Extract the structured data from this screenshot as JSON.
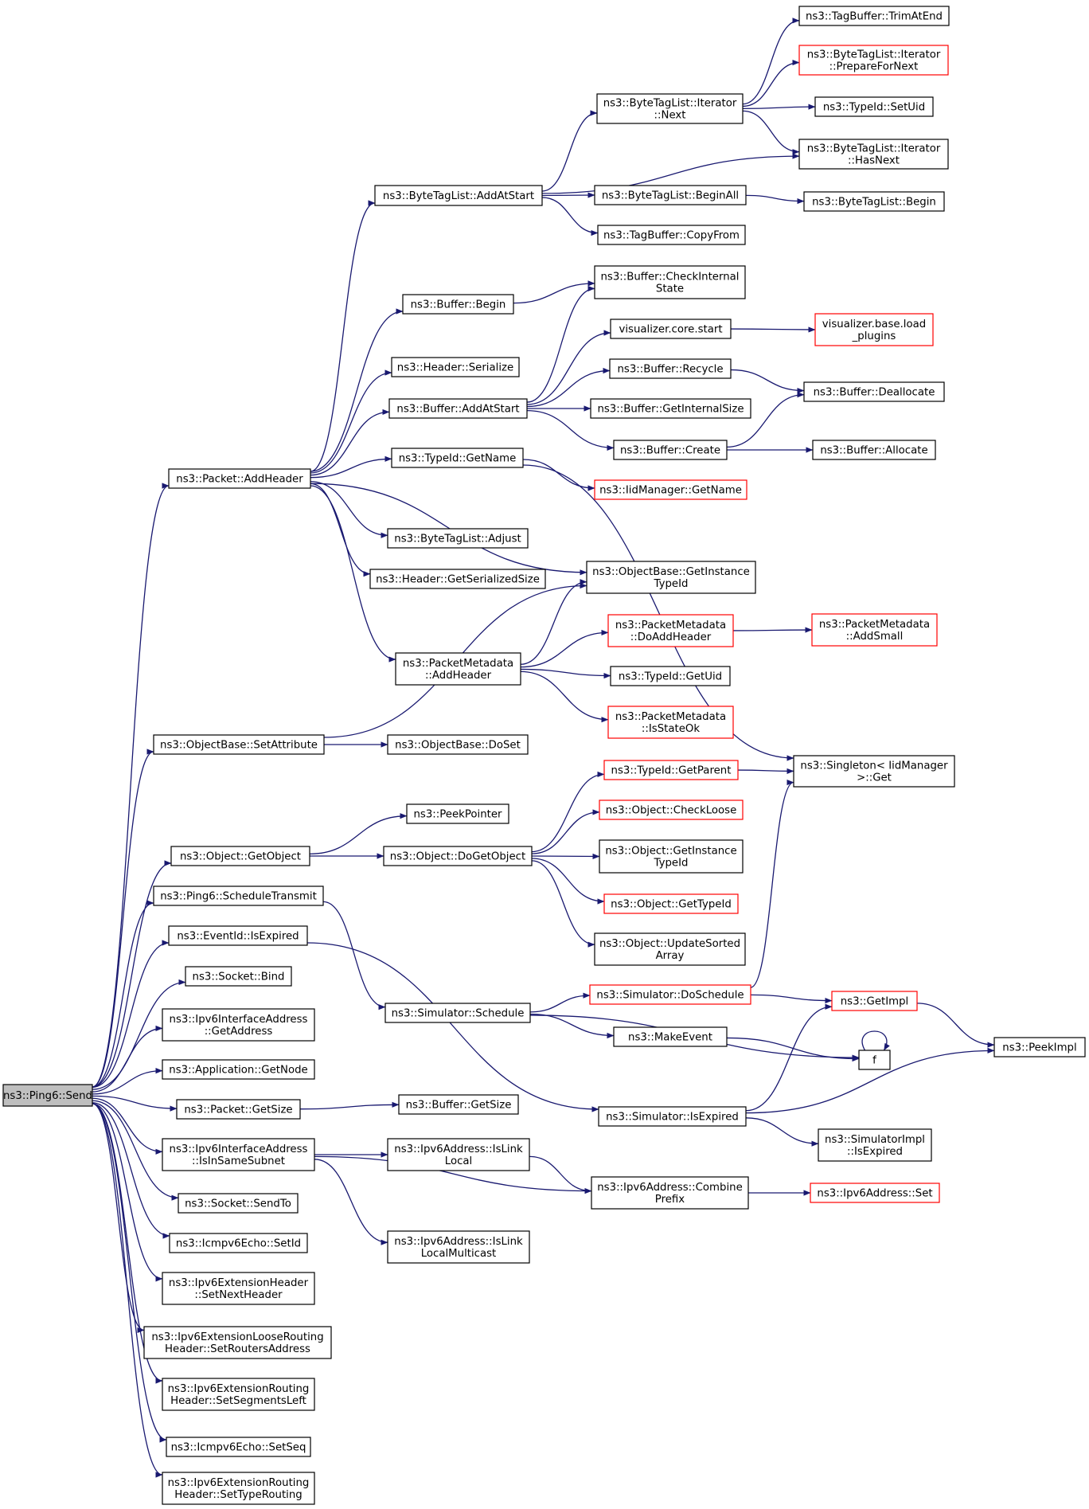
{
  "graph": {
    "root": "ping6-send",
    "nodes": [
      {
        "id": "ping6-send",
        "lines": [
          "ns3::Ping6::Send"
        ],
        "status": "root"
      },
      {
        "id": "packet-addheader",
        "lines": [
          "ns3::Packet::AddHeader"
        ],
        "status": "normal"
      },
      {
        "id": "bytetaglist-addatstart",
        "lines": [
          "ns3::ByteTagList::AddAtStart"
        ],
        "status": "normal"
      },
      {
        "id": "bytetaglist-iterator-next",
        "lines": [
          "ns3::ByteTagList::Iterator",
          "::Next"
        ],
        "status": "normal"
      },
      {
        "id": "tagbuffer-trimatend",
        "lines": [
          "ns3::TagBuffer::TrimAtEnd"
        ],
        "status": "normal"
      },
      {
        "id": "bytetaglist-iterator-preparefornext",
        "lines": [
          "ns3::ByteTagList::Iterator",
          "::PrepareForNext"
        ],
        "status": "incomplete"
      },
      {
        "id": "typeid-setuid",
        "lines": [
          "ns3::TypeId::SetUid"
        ],
        "status": "normal"
      },
      {
        "id": "bytetaglist-iterator-hasnext",
        "lines": [
          "ns3::ByteTagList::Iterator",
          "::HasNext"
        ],
        "status": "normal"
      },
      {
        "id": "bytetaglist-beginall",
        "lines": [
          "ns3::ByteTagList::BeginAll"
        ],
        "status": "normal"
      },
      {
        "id": "bytetaglist-begin",
        "lines": [
          "ns3::ByteTagList::Begin"
        ],
        "status": "normal"
      },
      {
        "id": "tagbuffer-copyfrom",
        "lines": [
          "ns3::TagBuffer::CopyFrom"
        ],
        "status": "normal"
      },
      {
        "id": "buffer-begin",
        "lines": [
          "ns3::Buffer::Begin"
        ],
        "status": "normal"
      },
      {
        "id": "buffer-checkinternalstate",
        "lines": [
          "ns3::Buffer::CheckInternal",
          "State"
        ],
        "status": "normal"
      },
      {
        "id": "header-serialize",
        "lines": [
          "ns3::Header::Serialize"
        ],
        "status": "normal"
      },
      {
        "id": "visualizer-core-start",
        "lines": [
          "visualizer.core.start"
        ],
        "status": "normal"
      },
      {
        "id": "visualizer-base-load-plugins",
        "lines": [
          "visualizer.base.load",
          "_plugins"
        ],
        "status": "incomplete"
      },
      {
        "id": "buffer-recycle",
        "lines": [
          "ns3::Buffer::Recycle"
        ],
        "status": "normal"
      },
      {
        "id": "buffer-deallocate",
        "lines": [
          "ns3::Buffer::Deallocate"
        ],
        "status": "normal"
      },
      {
        "id": "buffer-addatstart",
        "lines": [
          "ns3::Buffer::AddAtStart"
        ],
        "status": "normal"
      },
      {
        "id": "buffer-getinternalsize",
        "lines": [
          "ns3::Buffer::GetInternalSize"
        ],
        "status": "normal"
      },
      {
        "id": "buffer-create",
        "lines": [
          "ns3::Buffer::Create"
        ],
        "status": "normal"
      },
      {
        "id": "buffer-allocate",
        "lines": [
          "ns3::Buffer::Allocate"
        ],
        "status": "normal"
      },
      {
        "id": "typeid-getname",
        "lines": [
          "ns3::TypeId::GetName"
        ],
        "status": "normal"
      },
      {
        "id": "iidmanager-getname",
        "lines": [
          "ns3::IidManager::GetName"
        ],
        "status": "incomplete"
      },
      {
        "id": "bytetaglist-adjust",
        "lines": [
          "ns3::ByteTagList::Adjust"
        ],
        "status": "normal"
      },
      {
        "id": "header-getserializedsize",
        "lines": [
          "ns3::Header::GetSerializedSize"
        ],
        "status": "normal"
      },
      {
        "id": "objectbase-getinstancetypeid",
        "lines": [
          "ns3::ObjectBase::GetInstance",
          "TypeId"
        ],
        "status": "normal"
      },
      {
        "id": "packetmetadata-doaddheader",
        "lines": [
          "ns3::PacketMetadata",
          "::DoAddHeader"
        ],
        "status": "incomplete"
      },
      {
        "id": "packetmetadata-addsmall",
        "lines": [
          "ns3::PacketMetadata",
          "::AddSmall"
        ],
        "status": "incomplete"
      },
      {
        "id": "packetmetadata-addheader",
        "lines": [
          "ns3::PacketMetadata",
          "::AddHeader"
        ],
        "status": "normal"
      },
      {
        "id": "typeid-getuid",
        "lines": [
          "ns3::TypeId::GetUid"
        ],
        "status": "normal"
      },
      {
        "id": "packetmetadata-isstateok",
        "lines": [
          "ns3::PacketMetadata",
          "::IsStateOk"
        ],
        "status": "incomplete"
      },
      {
        "id": "objectbase-setattribute",
        "lines": [
          "ns3::ObjectBase::SetAttribute"
        ],
        "status": "normal"
      },
      {
        "id": "objectbase-doset",
        "lines": [
          "ns3::ObjectBase::DoSet"
        ],
        "status": "normal"
      },
      {
        "id": "typeid-getparent",
        "lines": [
          "ns3::TypeId::GetParent"
        ],
        "status": "incomplete"
      },
      {
        "id": "singleton-iidmanager-get",
        "lines": [
          "ns3::Singleton< IidManager",
          ">::Get"
        ],
        "status": "normal"
      },
      {
        "id": "peekpointer",
        "lines": [
          "ns3::PeekPointer"
        ],
        "status": "normal"
      },
      {
        "id": "object-checkloose",
        "lines": [
          "ns3::Object::CheckLoose"
        ],
        "status": "incomplete"
      },
      {
        "id": "object-getobject",
        "lines": [
          "ns3::Object::GetObject"
        ],
        "status": "normal"
      },
      {
        "id": "object-dogetobject",
        "lines": [
          "ns3::Object::DoGetObject"
        ],
        "status": "normal"
      },
      {
        "id": "object-getinstancetypeid",
        "lines": [
          "ns3::Object::GetInstance",
          "TypeId"
        ],
        "status": "normal"
      },
      {
        "id": "ping6-scheduletransmit",
        "lines": [
          "ns3::Ping6::ScheduleTransmit"
        ],
        "status": "normal"
      },
      {
        "id": "object-gettypeid",
        "lines": [
          "ns3::Object::GetTypeId"
        ],
        "status": "incomplete"
      },
      {
        "id": "eventid-isexpired",
        "lines": [
          "ns3::EventId::IsExpired"
        ],
        "status": "normal"
      },
      {
        "id": "object-updatesortedarray",
        "lines": [
          "ns3::Object::UpdateSorted",
          "Array"
        ],
        "status": "normal"
      },
      {
        "id": "socket-bind",
        "lines": [
          "ns3::Socket::Bind"
        ],
        "status": "normal"
      },
      {
        "id": "simulator-doschedule",
        "lines": [
          "ns3::Simulator::DoSchedule"
        ],
        "status": "incomplete"
      },
      {
        "id": "getimpl",
        "lines": [
          "ns3::GetImpl"
        ],
        "status": "incomplete"
      },
      {
        "id": "simulator-schedule",
        "lines": [
          "ns3::Simulator::Schedule"
        ],
        "status": "normal"
      },
      {
        "id": "ipv6interfaceaddress-getaddress",
        "lines": [
          "ns3::Ipv6InterfaceAddress",
          "::GetAddress"
        ],
        "status": "normal"
      },
      {
        "id": "makeevent",
        "lines": [
          "ns3::MakeEvent"
        ],
        "status": "normal"
      },
      {
        "id": "peekimpl",
        "lines": [
          "ns3::PeekImpl"
        ],
        "status": "normal"
      },
      {
        "id": "f",
        "lines": [
          "f"
        ],
        "status": "normal"
      },
      {
        "id": "application-getnode",
        "lines": [
          "ns3::Application::GetNode"
        ],
        "status": "normal"
      },
      {
        "id": "packet-getsize",
        "lines": [
          "ns3::Packet::GetSize"
        ],
        "status": "normal"
      },
      {
        "id": "buffer-getsize",
        "lines": [
          "ns3::Buffer::GetSize"
        ],
        "status": "normal"
      },
      {
        "id": "simulator-isexpired",
        "lines": [
          "ns3::Simulator::IsExpired"
        ],
        "status": "normal"
      },
      {
        "id": "simulatorimpl-isexpired",
        "lines": [
          "ns3::SimulatorImpl",
          "::IsExpired"
        ],
        "status": "normal"
      },
      {
        "id": "ipv6interfaceaddress-isinsamesubnet",
        "lines": [
          "ns3::Ipv6InterfaceAddress",
          "::IsInSameSubnet"
        ],
        "status": "normal"
      },
      {
        "id": "ipv6address-islinklocal",
        "lines": [
          "ns3::Ipv6Address::IsLink",
          "Local"
        ],
        "status": "normal"
      },
      {
        "id": "ipv6address-combineprefix",
        "lines": [
          "ns3::Ipv6Address::Combine",
          "Prefix"
        ],
        "status": "normal"
      },
      {
        "id": "ipv6address-set",
        "lines": [
          "ns3::Ipv6Address::Set"
        ],
        "status": "incomplete"
      },
      {
        "id": "socket-sendto",
        "lines": [
          "ns3::Socket::SendTo"
        ],
        "status": "normal"
      },
      {
        "id": "ipv6address-islinklocalmulticast",
        "lines": [
          "ns3::Ipv6Address::IsLink",
          "LocalMulticast"
        ],
        "status": "normal"
      },
      {
        "id": "icmpv6echo-setid",
        "lines": [
          "ns3::Icmpv6Echo::SetId"
        ],
        "status": "normal"
      },
      {
        "id": "ipv6extensionheader-setnextheader",
        "lines": [
          "ns3::Ipv6ExtensionHeader",
          "::SetNextHeader"
        ],
        "status": "normal"
      },
      {
        "id": "ipv6extensionlooseroutingheader-setroutersaddress",
        "lines": [
          "ns3::Ipv6ExtensionLooseRouting",
          "Header::SetRoutersAddress"
        ],
        "status": "normal"
      },
      {
        "id": "ipv6extensionroutingheader-setsegmentsleft",
        "lines": [
          "ns3::Ipv6ExtensionRouting",
          "Header::SetSegmentsLeft"
        ],
        "status": "normal"
      },
      {
        "id": "icmpv6echo-setseq",
        "lines": [
          "ns3::Icmpv6Echo::SetSeq"
        ],
        "status": "normal"
      },
      {
        "id": "ipv6extensionroutingheader-settyperouting",
        "lines": [
          "ns3::Ipv6ExtensionRouting",
          "Header::SetTypeRouting"
        ],
        "status": "normal"
      }
    ],
    "edges": [
      [
        "ping6-send",
        "packet-addheader"
      ],
      [
        "ping6-send",
        "objectbase-setattribute"
      ],
      [
        "ping6-send",
        "object-getobject"
      ],
      [
        "ping6-send",
        "ping6-scheduletransmit"
      ],
      [
        "ping6-send",
        "eventid-isexpired"
      ],
      [
        "ping6-send",
        "socket-bind"
      ],
      [
        "ping6-send",
        "ipv6interfaceaddress-getaddress"
      ],
      [
        "ping6-send",
        "application-getnode"
      ],
      [
        "ping6-send",
        "packet-getsize"
      ],
      [
        "ping6-send",
        "ipv6interfaceaddress-isinsamesubnet"
      ],
      [
        "ping6-send",
        "socket-sendto"
      ],
      [
        "ping6-send",
        "icmpv6echo-setid"
      ],
      [
        "ping6-send",
        "ipv6extensionheader-setnextheader"
      ],
      [
        "ping6-send",
        "ipv6extensionlooseroutingheader-setroutersaddress"
      ],
      [
        "ping6-send",
        "ipv6extensionroutingheader-setsegmentsleft"
      ],
      [
        "ping6-send",
        "icmpv6echo-setseq"
      ],
      [
        "ping6-send",
        "ipv6extensionroutingheader-settyperouting"
      ],
      [
        "packet-addheader",
        "bytetaglist-addatstart"
      ],
      [
        "packet-addheader",
        "buffer-begin"
      ],
      [
        "packet-addheader",
        "header-serialize"
      ],
      [
        "packet-addheader",
        "buffer-addatstart"
      ],
      [
        "packet-addheader",
        "typeid-getname"
      ],
      [
        "packet-addheader",
        "bytetaglist-adjust"
      ],
      [
        "packet-addheader",
        "header-getserializedsize"
      ],
      [
        "packet-addheader",
        "objectbase-getinstancetypeid"
      ],
      [
        "packet-addheader",
        "packetmetadata-addheader"
      ],
      [
        "bytetaglist-addatstart",
        "bytetaglist-iterator-next"
      ],
      [
        "bytetaglist-addatstart",
        "bytetaglist-iterator-hasnext"
      ],
      [
        "bytetaglist-addatstart",
        "bytetaglist-beginall"
      ],
      [
        "bytetaglist-addatstart",
        "tagbuffer-copyfrom"
      ],
      [
        "bytetaglist-iterator-next",
        "tagbuffer-trimatend"
      ],
      [
        "bytetaglist-iterator-next",
        "bytetaglist-iterator-preparefornext"
      ],
      [
        "bytetaglist-iterator-next",
        "typeid-setuid"
      ],
      [
        "bytetaglist-iterator-next",
        "bytetaglist-iterator-hasnext"
      ],
      [
        "bytetaglist-beginall",
        "bytetaglist-begin"
      ],
      [
        "buffer-begin",
        "buffer-checkinternalstate"
      ],
      [
        "buffer-addatstart",
        "buffer-checkinternalstate"
      ],
      [
        "buffer-addatstart",
        "visualizer-core-start"
      ],
      [
        "buffer-addatstart",
        "buffer-recycle"
      ],
      [
        "buffer-addatstart",
        "buffer-getinternalsize"
      ],
      [
        "buffer-addatstart",
        "buffer-create"
      ],
      [
        "visualizer-core-start",
        "visualizer-base-load-plugins"
      ],
      [
        "buffer-recycle",
        "buffer-deallocate"
      ],
      [
        "buffer-create",
        "buffer-deallocate"
      ],
      [
        "buffer-create",
        "buffer-allocate"
      ],
      [
        "typeid-getname",
        "iidmanager-getname"
      ],
      [
        "typeid-getname",
        "singleton-iidmanager-get"
      ],
      [
        "packetmetadata-addheader",
        "objectbase-getinstancetypeid"
      ],
      [
        "packetmetadata-addheader",
        "packetmetadata-doaddheader"
      ],
      [
        "packetmetadata-addheader",
        "typeid-getuid"
      ],
      [
        "packetmetadata-addheader",
        "packetmetadata-isstateok"
      ],
      [
        "packetmetadata-doaddheader",
        "packetmetadata-addsmall"
      ],
      [
        "objectbase-setattribute",
        "objectbase-getinstancetypeid"
      ],
      [
        "objectbase-setattribute",
        "objectbase-doset"
      ],
      [
        "object-getobject",
        "peekpointer"
      ],
      [
        "object-getobject",
        "object-dogetobject"
      ],
      [
        "object-dogetobject",
        "typeid-getparent"
      ],
      [
        "object-dogetobject",
        "object-checkloose"
      ],
      [
        "object-dogetobject",
        "object-getinstancetypeid"
      ],
      [
        "object-dogetobject",
        "object-gettypeid"
      ],
      [
        "object-dogetobject",
        "object-updatesortedarray"
      ],
      [
        "typeid-getparent",
        "singleton-iidmanager-get"
      ],
      [
        "ping6-scheduletransmit",
        "simulator-schedule"
      ],
      [
        "eventid-isexpired",
        "simulator-isexpired"
      ],
      [
        "simulator-schedule",
        "simulator-doschedule"
      ],
      [
        "simulator-schedule",
        "makeevent"
      ],
      [
        "simulator-schedule",
        "f"
      ],
      [
        "simulator-doschedule",
        "singleton-iidmanager-get"
      ],
      [
        "simulator-doschedule",
        "getimpl"
      ],
      [
        "getimpl",
        "peekimpl"
      ],
      [
        "makeevent",
        "f"
      ],
      [
        "f",
        "f"
      ],
      [
        "simulator-isexpired",
        "getimpl"
      ],
      [
        "simulator-isexpired",
        "peekimpl"
      ],
      [
        "simulator-isexpired",
        "simulatorimpl-isexpired"
      ],
      [
        "packet-getsize",
        "buffer-getsize"
      ],
      [
        "ipv6interfaceaddress-isinsamesubnet",
        "ipv6address-islinklocal"
      ],
      [
        "ipv6interfaceaddress-isinsamesubnet",
        "ipv6address-combineprefix"
      ],
      [
        "ipv6interfaceaddress-isinsamesubnet",
        "ipv6address-islinklocalmulticast"
      ],
      [
        "ipv6address-islinklocal",
        "ipv6address-combineprefix"
      ],
      [
        "ipv6address-combineprefix",
        "ipv6address-set"
      ]
    ]
  }
}
